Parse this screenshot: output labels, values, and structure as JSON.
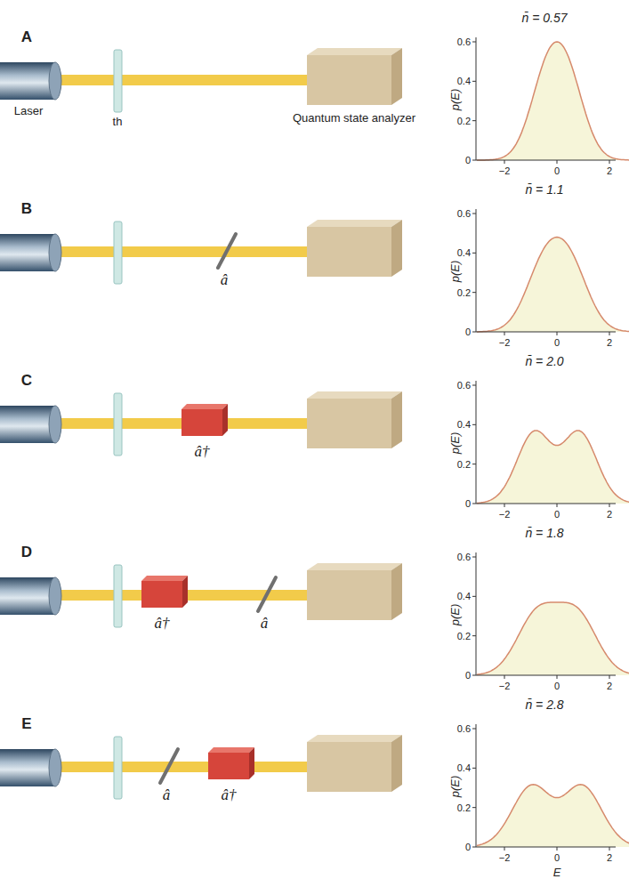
{
  "diagram": {
    "labels": [
      "A",
      "Laser",
      "th",
      "Quantum state analyzer",
      "n̄ = 0.57",
      "p(E)",
      "0.6",
      "0.4",
      "0.2",
      "0",
      "−2",
      "0",
      "2",
      "B",
      "â",
      "n̄ = 1.1",
      "p(E)",
      "0.6",
      "0.4",
      "0.2",
      "0",
      "−2",
      "0",
      "2",
      "C",
      "â†",
      "n̄ = 2.0",
      "p(E)",
      "0.6",
      "0.4",
      "0.2",
      "0",
      "−2",
      "0",
      "2",
      "D",
      "â†",
      "â",
      "n̄ = 1.8",
      "p(E)",
      "0.6",
      "0.4",
      "0.2",
      "0",
      "−2",
      "0",
      "2",
      "E",
      "â",
      "â†",
      "n̄ = 2.8",
      "p(E)",
      "0.6",
      "0.4",
      "0.2",
      "0",
      "−2",
      "0",
      "2",
      "E"
    ]
  }
}
